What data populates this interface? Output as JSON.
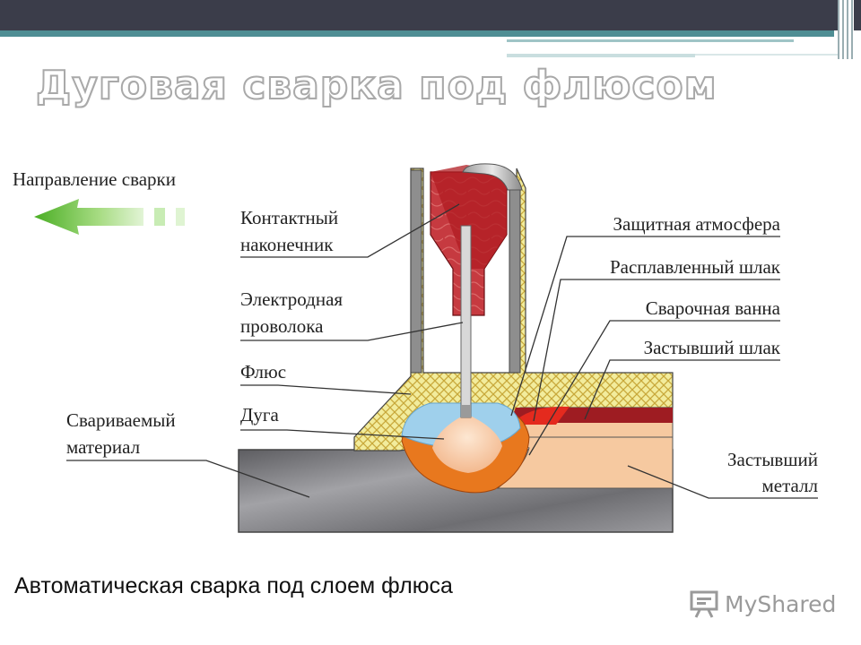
{
  "slide": {
    "title": "Дуговая сварка под флюсом",
    "caption": "Автоматическая сварка под слоем флюса",
    "logo_text": "MyShared",
    "logo_icon": "presentation-board-icon"
  },
  "diagram": {
    "direction_label": "Направление сварки",
    "direction_arrow": "arrow-left-icon",
    "labels_left": {
      "contact_tip": [
        "Контактный",
        "наконечник"
      ],
      "electrode_wire": [
        "Электродная",
        "проволока"
      ],
      "flux": "Флюс",
      "arc": "Дуга",
      "base_material": [
        "Свариваемый",
        "материал"
      ]
    },
    "labels_right": {
      "shielding_atmosphere": "Защитная атмосфера",
      "molten_slag": "Расплавленный шлак",
      "weld_pool": "Сварочная ванна",
      "solid_slag": "Застывший шлак",
      "solid_metal": [
        "Застывший",
        "металл"
      ]
    },
    "colors": {
      "tip": "#b01c22",
      "nozzle_fill": "#c63a40",
      "flux": "#f2ec9c",
      "flux_mesh": "#c8a83a",
      "arc_glow": "#f6c9a6",
      "shield_gas": "#9fd0ec",
      "molten_pool": "#e8781e",
      "molten_slag": "#e42a1e",
      "solid_slag": "#9e1c22",
      "solid_metal": "#f6c9a0",
      "base_metal": "#7d7d80",
      "arrow": "#6ac23a"
    }
  }
}
